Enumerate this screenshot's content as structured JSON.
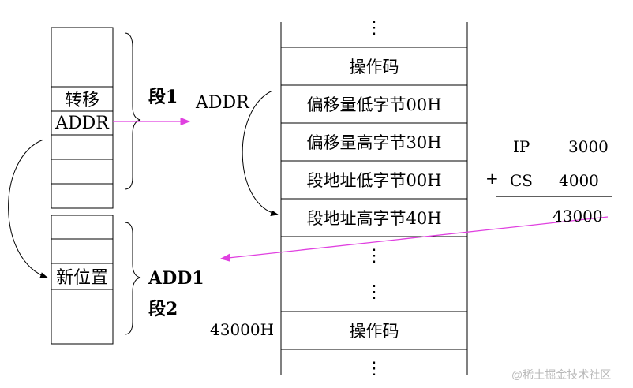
{
  "left_column": {
    "segment1_cells": [
      "转移",
      "ADDR"
    ],
    "segment2_cells": [
      "新位置"
    ]
  },
  "labels": {
    "segment1": "段1",
    "addr": "ADDR",
    "add1": "ADD1",
    "segment2": "段2",
    "address_43000h": "43000H"
  },
  "memory": {
    "top_dots": "⋮",
    "cells": [
      "操作码",
      "偏移量低字节00H",
      "偏移量高字节30H",
      "段地址低字节00H",
      "段地址高字节40H"
    ],
    "middle_dots": "⋮",
    "lower_dots": "⋮",
    "target_cell": "操作码",
    "bottom_dots": "⋮"
  },
  "calculation": {
    "ip_label": "IP",
    "ip_value": "3000",
    "plus": "+",
    "cs_label": "CS",
    "cs_value": "4000",
    "result": "43000"
  },
  "colors": {
    "arrow": "#e040e0",
    "line": "#000000"
  },
  "watermark": "@稀土掘金技术社区"
}
